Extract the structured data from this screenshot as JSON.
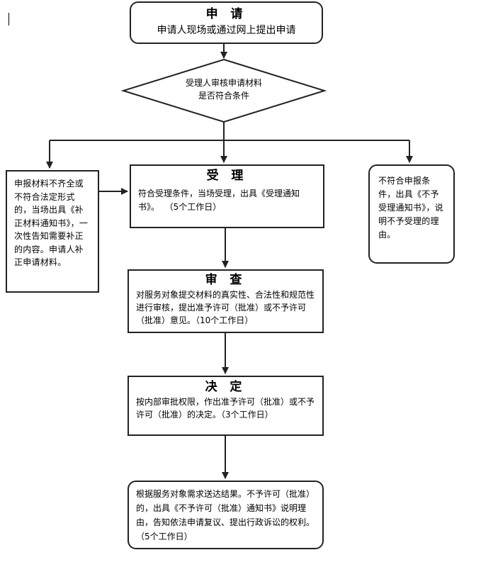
{
  "apply": {
    "title": "申 请",
    "text": "申请人现场或通过网上提出申请"
  },
  "review_decision": {
    "line1": "受理人审核申请材料",
    "line2": "是否符合条件"
  },
  "supplement": {
    "text": "申报材料不齐全或不符合法定形式的，当场出具《补正材料通知书》，一次性告知需要补正的内容。申请人补正申请材料。"
  },
  "accept": {
    "title": "受 理",
    "text": "符合受理条件，当场受理，出具《受理通知书》。  （5个工作日）"
  },
  "reject": {
    "text": "不符合申报条件，出具《不予受理通知书》，说明不予受理的理由。"
  },
  "examine": {
    "title": "审 查",
    "text": "对服务对象提交材料的真实性、合法性和规范性进行审核，提出准予许可（批准）或不予许可（批准）意见。（10个工作日）"
  },
  "decide": {
    "title": "决 定",
    "text": "按内部审批权限，作出准予许可（批准）或不予许可（批准）的决定。（3个工作日）"
  },
  "deliver": {
    "text": "根据服务对象需求送达结果。不予许可（批准）的，出具《不予许可（批准）通知书》说明理由，告知依法申请复议、提出行政诉讼的权利。（5个工作日）"
  }
}
